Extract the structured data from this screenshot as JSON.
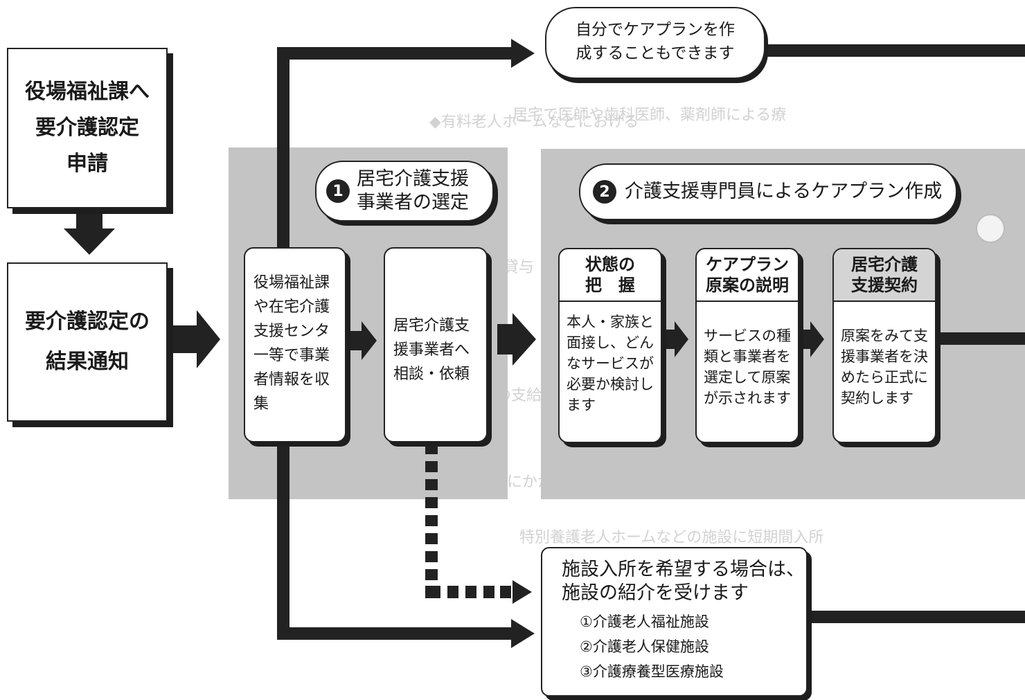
{
  "boxes": {
    "apply": "役場福祉課へ\n要介護認定\n申請",
    "notice": "要介護認定の\n結果通知"
  },
  "step1": {
    "number": "1",
    "title": "居宅介護支援\n事業者の選定",
    "box_a": "役場福祉課\nや在宅介護\n支援センタ\n一等で事業\n者情報を収\n集",
    "box_b": "居宅介護支\n援事業者へ\n相談・依頼"
  },
  "step2": {
    "number": "2",
    "title": "介護支援専門員によるケアプラン作成",
    "cards": [
      {
        "header": "状態の\n把　握",
        "body": "本人・家族と\n面接し、どん\nなサービスが\n必要か検討し\nます"
      },
      {
        "header": "ケアプラン\n原案の説明",
        "body": "サービスの種\n類と事業者を\n選定して原案\nが示されます"
      },
      {
        "header": "居宅介護\n支援契約",
        "body": "原案をみて支\n援事業者を決\nめたら正式に\n契約します"
      }
    ]
  },
  "self_plan": "自分でケアプランを作\n成することもできます",
  "facility": {
    "title": "施設入所を希望する場合は、\n施設の紹介を受けます",
    "items": [
      "①介護老人福祉施設",
      "②介護老人保健施設",
      "③介護療養型医療施設"
    ]
  }
}
